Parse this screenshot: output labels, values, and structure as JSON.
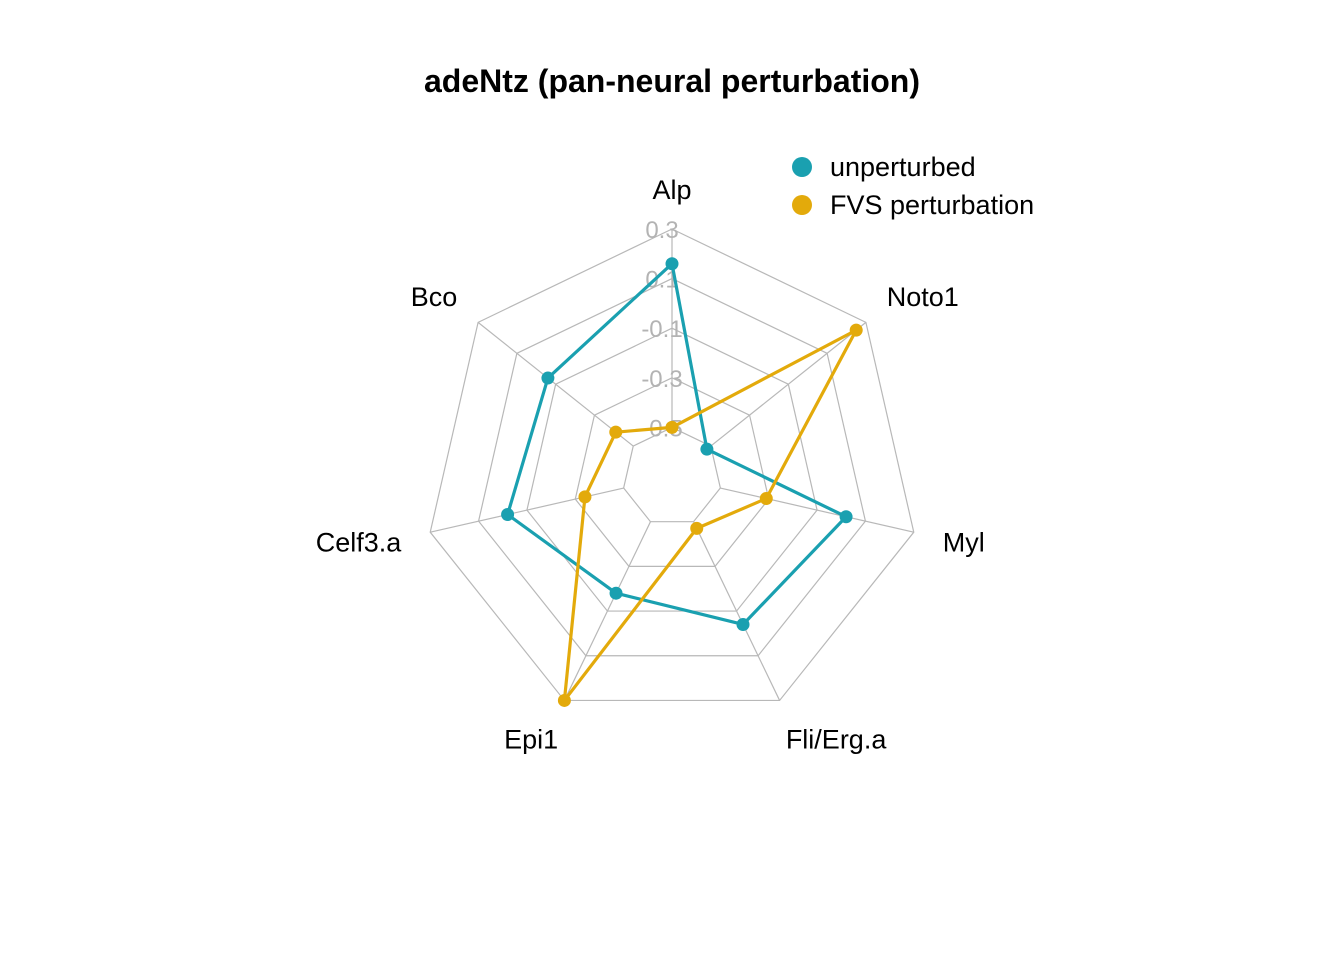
{
  "chart_data": {
    "type": "radar",
    "title": "adeNtz (pan-neural perturbation)",
    "axes": [
      "Alp",
      "Noto1",
      "Myl",
      "Fli/Erg.a",
      "Epi1",
      "Celf3.a",
      "Bco"
    ],
    "rlim": [
      -0.7,
      0.3
    ],
    "ticks": [
      0.3,
      0.1,
      -0.1,
      -0.3,
      -0.5
    ],
    "tick_labels": [
      "0.3",
      "0.1",
      "-0.1",
      "-0.3",
      "-0.5"
    ],
    "grid": true,
    "legend_position": "top-right",
    "series": [
      {
        "name": "unperturbed",
        "color": "#1aa0b0",
        "values": [
          0.16,
          -0.52,
          0.02,
          -0.04,
          -0.18,
          -0.02,
          -0.06
        ]
      },
      {
        "name": "FVS perturbation",
        "color": "#e3aa0b",
        "values": [
          -0.5,
          0.25,
          -0.31,
          -0.47,
          0.3,
          -0.34,
          -0.41
        ]
      }
    ]
  }
}
